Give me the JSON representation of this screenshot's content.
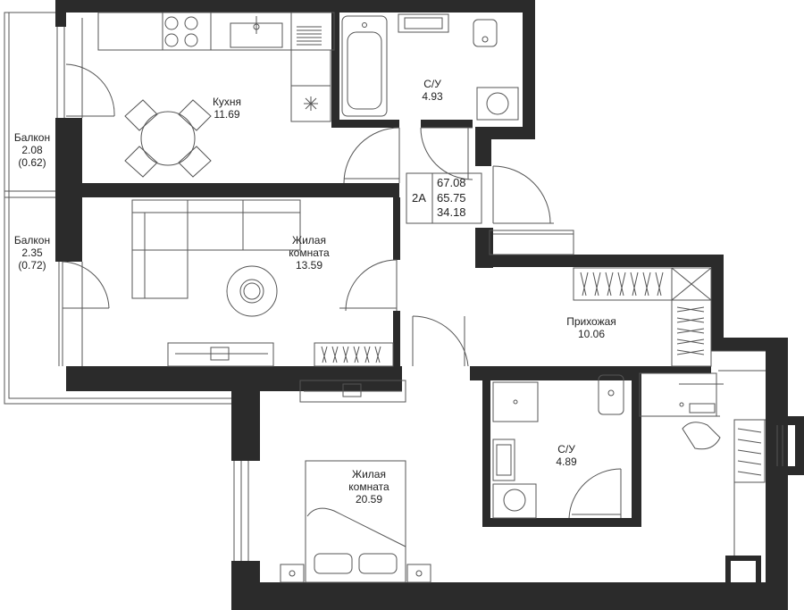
{
  "rooms": {
    "kitchen": {
      "name": "Кухня",
      "area": "11.69"
    },
    "bath_top": {
      "name": "С/У",
      "area": "4.93"
    },
    "balcony_top": {
      "name": "Балкон",
      "area": "2.08",
      "area_reduced": "(0.62)"
    },
    "balcony_bottom": {
      "name": "Балкон",
      "area": "2.35",
      "area_reduced": "(0.72)"
    },
    "living_top": {
      "name_line1": "Жилая",
      "name_line2": "комната",
      "area": "13.59"
    },
    "hallway": {
      "name": "Прихожая",
      "area": "10.06"
    },
    "bath_bottom": {
      "name": "С/У",
      "area": "4.89"
    },
    "living_bottom": {
      "name_line1": "Жилая",
      "name_line2": "комната",
      "area": "20.59"
    }
  },
  "summary": {
    "type": "2А",
    "total": "67.08",
    "living": "65.75",
    "other": "34.18"
  },
  "colors": {
    "wall": "#2b2b2b",
    "line": "#555555",
    "background": "#ffffff"
  }
}
